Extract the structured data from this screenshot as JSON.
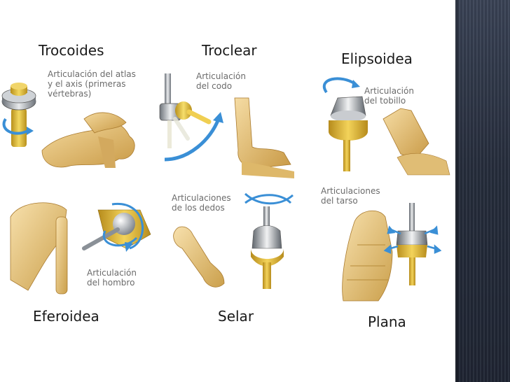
{
  "slide": {
    "joint_types": {
      "trocoides": "Trocoides",
      "troclear": "Troclear",
      "elipsoidea": "Elipsoidea",
      "eferoidea": "Eferoidea",
      "selar": "Selar",
      "plana": "Plana"
    },
    "captions": {
      "atlas_axis": "Articulación del atlas\ny el axis (primeras\nvértebras)",
      "codo": "Articulación\ndel codo",
      "tobillo": "Articulación\ndel tobillo",
      "dedos": "Articulaciones\nde los dedos",
      "tarso": "Articulaciones\ndel tarso",
      "hombro": "Articulación\ndel hombro"
    }
  },
  "colors": {
    "bone": "#e9c77f",
    "bone_shadow": "#c79a45",
    "metal": "#a8aeb5",
    "gold": "#e2c23a",
    "arrow": "#3a8fd6"
  }
}
